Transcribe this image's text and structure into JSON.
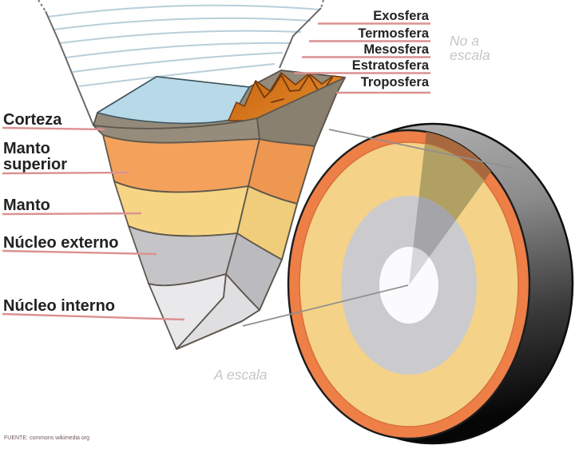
{
  "diagram": {
    "type": "earth-internal-structure-cutaway",
    "wedge_labels": [
      {
        "id": "corteza",
        "line1": "Corteza",
        "line2": ""
      },
      {
        "id": "manto-superior",
        "line1": "Manto",
        "line2": "superior"
      },
      {
        "id": "manto",
        "line1": "Manto",
        "line2": ""
      },
      {
        "id": "nucleo-externo",
        "line1": "Núcleo externo",
        "line2": ""
      },
      {
        "id": "nucleo-interno",
        "line1": "Núcleo interno",
        "line2": ""
      }
    ],
    "atmosphere_labels": [
      {
        "id": "exosfera",
        "label": "Exosfera"
      },
      {
        "id": "termosfera",
        "label": "Termosfera"
      },
      {
        "id": "mesosfera",
        "label": "Mesosfera"
      },
      {
        "id": "estratosfera",
        "label": "Estratosfera"
      },
      {
        "id": "troposfera",
        "label": "Troposfera"
      }
    ],
    "scale_notes": {
      "not_to_scale_line1": "No a",
      "not_to_scale_line2": "escala",
      "to_scale": "A escala"
    },
    "source": "FUENTE: commons wikimedia org",
    "colors": {
      "crust": "#968c7b",
      "upper_mantle": "#f4a25b",
      "mantle": "#f6d584",
      "outer_core": "#c5c5c8",
      "inner_core": "#e9e9ec",
      "ocean": "#b7d9e8",
      "mountains": "#c8650f",
      "atmosphere_arcs": "#b9ceda",
      "leader_line_red": "#dc9191",
      "disk_rim_orange": "#ed7f47",
      "disk_mantle_yellow": "#f4d288",
      "disk_outer_core_gray": "#cbcbce",
      "disk_inner_core_white": "#fbfbfd",
      "disk_sector_tan": "#b1a063",
      "disk_side_dark": "#060606",
      "note_gray": "#c6c6c6"
    }
  }
}
